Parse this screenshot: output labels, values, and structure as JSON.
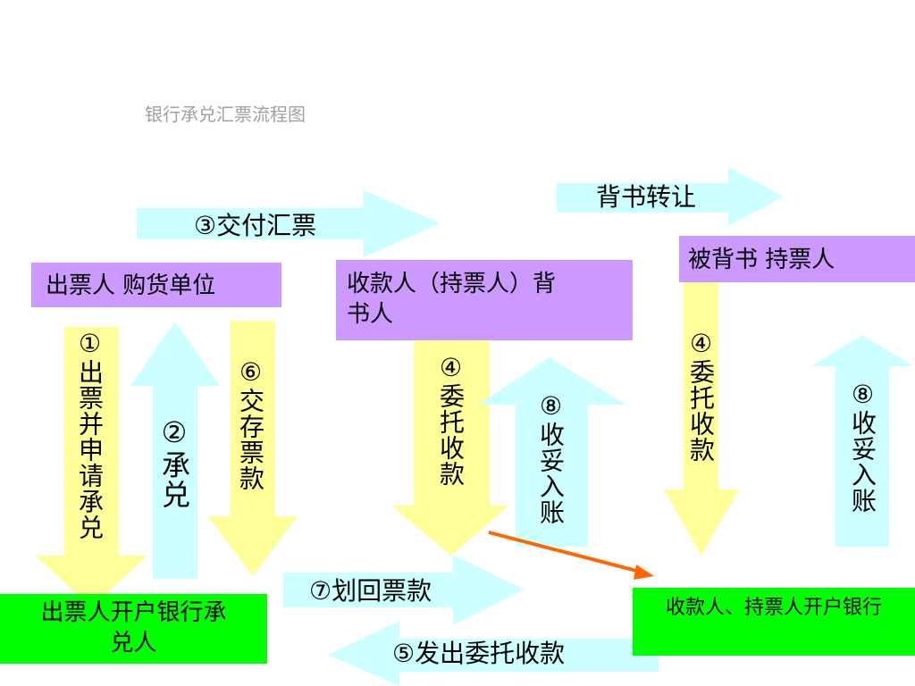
{
  "title": "银行承兑汇票流程图",
  "nodes": {
    "drawer": "出票人 购货单位",
    "payee": "收款人（持票人）背书人",
    "endorsee": "被背书 持票人",
    "drawer_bank": "出票人开户银行承兑人",
    "payee_bank": "收款人、持票人开户银行"
  },
  "steps": {
    "issue_apply": "①出票并申请承兑",
    "accept": "②承兑",
    "deliver": "③交付汇票",
    "collect_left": "④委托收款",
    "collect_right": "④委托收款",
    "send_collection": "⑤发出委托收款",
    "deposit": "⑥交存票款",
    "remit": "⑦划回票款",
    "credit_left": "⑧收妥入账",
    "credit_right": "⑧收妥入账",
    "endorse_transfer": "背书转让"
  },
  "colors": {
    "cyan_arrow": "#ccffff",
    "yellow_arrow": "#ffff99",
    "purple_box": "#cc99ff",
    "green_box": "#00ff00",
    "orange_line": "#ff6600"
  }
}
